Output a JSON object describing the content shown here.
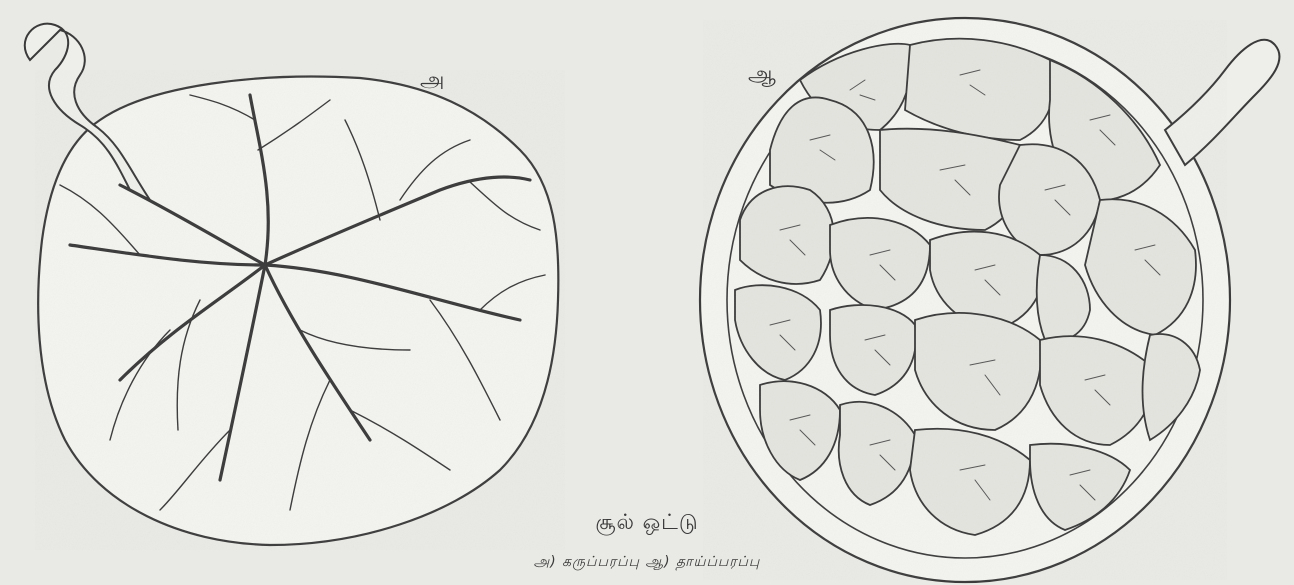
{
  "figure": {
    "panel_a_label": "அ",
    "panel_b_label": "ஆ",
    "caption_title": "சூல் ஒட்டு",
    "caption_sub": "அ)  கருப்பரப்பு  ஆ)  தாய்ப்பரப்பு"
  },
  "colors": {
    "background": "#e9e9e5",
    "ink": "#3a3a3a"
  }
}
